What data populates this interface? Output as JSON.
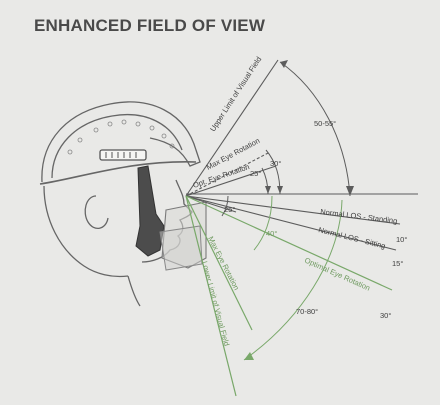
{
  "title": "ENHANCED FIELD OF VIEW",
  "labels": {
    "upper_limit": "Upper Limit of Visual Field",
    "max_eye_up": "Max Eye Rotation",
    "opt_eye_up": "Opt. Eye Rotation",
    "normal_los_standing": "Normal LOS - Standing",
    "normal_los_sitting": "Normal LOS - Sitting",
    "optimal_eye_rotation": "Optimal Eye Rotation",
    "max_eye_down": "Max Eye Rotation",
    "lower_limit": "Lower Limit of Visual Field"
  },
  "angles": {
    "upper_range": "50-55°",
    "max_up": "30°",
    "opt_up": "25°",
    "standing_sitting": "10°",
    "sitting_optimal": "15°",
    "optimal_max_down": "25°",
    "max_down": "40°",
    "lower_range": "70-80°",
    "lower_extra": "30°"
  },
  "colors": {
    "line": "#5c5c5c",
    "green": "#79a86a",
    "text": "#3e3e3e",
    "label_green": "#6f9a60"
  }
}
